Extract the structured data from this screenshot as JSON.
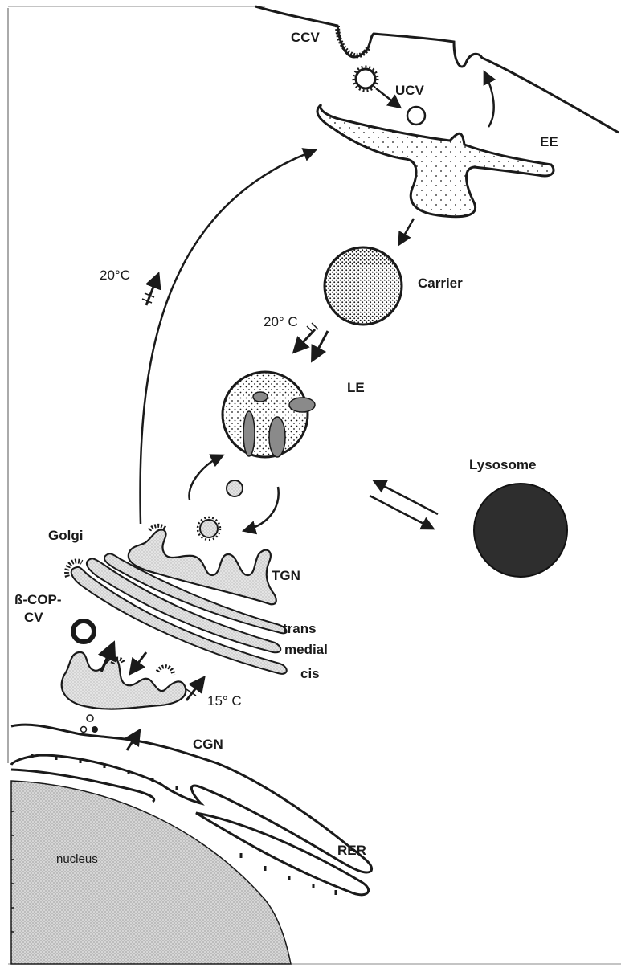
{
  "labels": {
    "ccv": "CCV",
    "ucv": "UCV",
    "ee": "EE",
    "carrier": "Carrier",
    "temp_20c_left": "20°C",
    "temp_20c_carrier": "20° C",
    "le": "LE",
    "lysosome": "Lysosome",
    "golgi": "Golgi",
    "tgn": "TGN",
    "bcop_line1": "ß-COP-",
    "bcop_line2": "CV",
    "trans": "trans",
    "medial": "medial",
    "cis": "cis",
    "temp_15c": "15° C",
    "cgn": "CGN",
    "rer": "RER",
    "nucleus": "nucleus"
  },
  "colors": {
    "ink": "#1a1a1a",
    "lysosome_fill": "#2e2e2e",
    "golgi_fill": "#d9d9d9",
    "nucleus_fill": "#cfcfcf",
    "background": "#ffffff"
  }
}
